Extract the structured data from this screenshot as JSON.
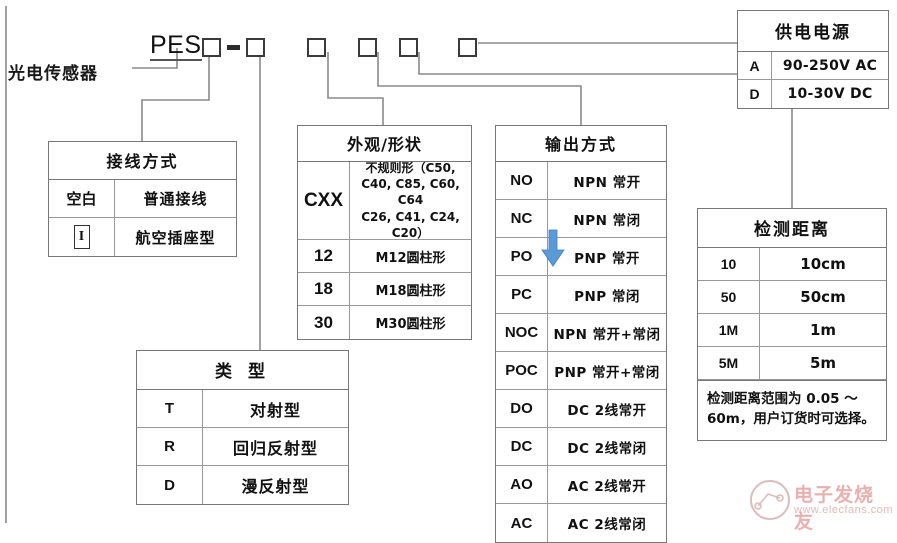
{
  "diagram": {
    "left_label": "光电传感器",
    "model_prefix": "PES",
    "separator": "-",
    "box_count_after_dash": 5
  },
  "wiring_table": {
    "title": "接线方式",
    "rows": [
      {
        "code": "空白",
        "desc": "普通接线"
      },
      {
        "code": "I",
        "desc": "航空插座型"
      }
    ]
  },
  "shape_table": {
    "title": "外观/形状",
    "rows": [
      {
        "code": "CXX",
        "desc": "不规则形（C50, C40, C85, C60, C64 C26, C41, C24, C20）"
      },
      {
        "code": "12",
        "desc": "M12圆柱形"
      },
      {
        "code": "18",
        "desc": "M18圆柱形"
      },
      {
        "code": "30",
        "desc": "M30圆柱形"
      }
    ],
    "irregular_lines": [
      "不规则形（C50,",
      "C40, C85, C60, C64",
      "C26, C41, C24, C20）"
    ]
  },
  "output_table": {
    "title": "输出方式",
    "rows": [
      {
        "code": "NO",
        "desc": "NPN 常开"
      },
      {
        "code": "NC",
        "desc": "NPN 常闭"
      },
      {
        "code": "PO",
        "desc": "PNP 常开"
      },
      {
        "code": "PC",
        "desc": "PNP 常闭"
      },
      {
        "code": "NOC",
        "desc": "NPN 常开+常闭"
      },
      {
        "code": "POC",
        "desc": "PNP 常开+常闭"
      },
      {
        "code": "DO",
        "desc": "DC 2线常开"
      },
      {
        "code": "DC",
        "desc": "DC 2线常闭"
      },
      {
        "code": "AO",
        "desc": "AC 2线常开"
      },
      {
        "code": "AC",
        "desc": "AC 2线常闭"
      }
    ]
  },
  "power_table": {
    "title": "供电电源",
    "rows": [
      {
        "code": "A",
        "desc": "90-250V AC"
      },
      {
        "code": "D",
        "desc": "10-30V  DC"
      }
    ]
  },
  "distance_table": {
    "title": "检测距离",
    "rows": [
      {
        "code": "10",
        "desc": "10cm"
      },
      {
        "code": "50",
        "desc": "50cm"
      },
      {
        "code": "1M",
        "desc": "1m"
      },
      {
        "code": "5M",
        "desc": "5m"
      }
    ],
    "note": "检测距离范围为 0.05 ～ 60m，用户订货时可选择。"
  },
  "type_table": {
    "title": "类 型",
    "rows": [
      {
        "code": "T",
        "desc": "对射型"
      },
      {
        "code": "R",
        "desc": "回归反射型"
      },
      {
        "code": "D",
        "desc": "漫反射型"
      }
    ]
  },
  "cursor": {
    "name": "down-arrow-cursor",
    "color": "#4a90d9"
  },
  "watermark": {
    "text": "电子发烧友",
    "url": "www.elecfans.com"
  },
  "colors": {
    "line": "#8a8a8a",
    "border": "#777777",
    "text": "#111111",
    "accent": "#4a90d9"
  }
}
